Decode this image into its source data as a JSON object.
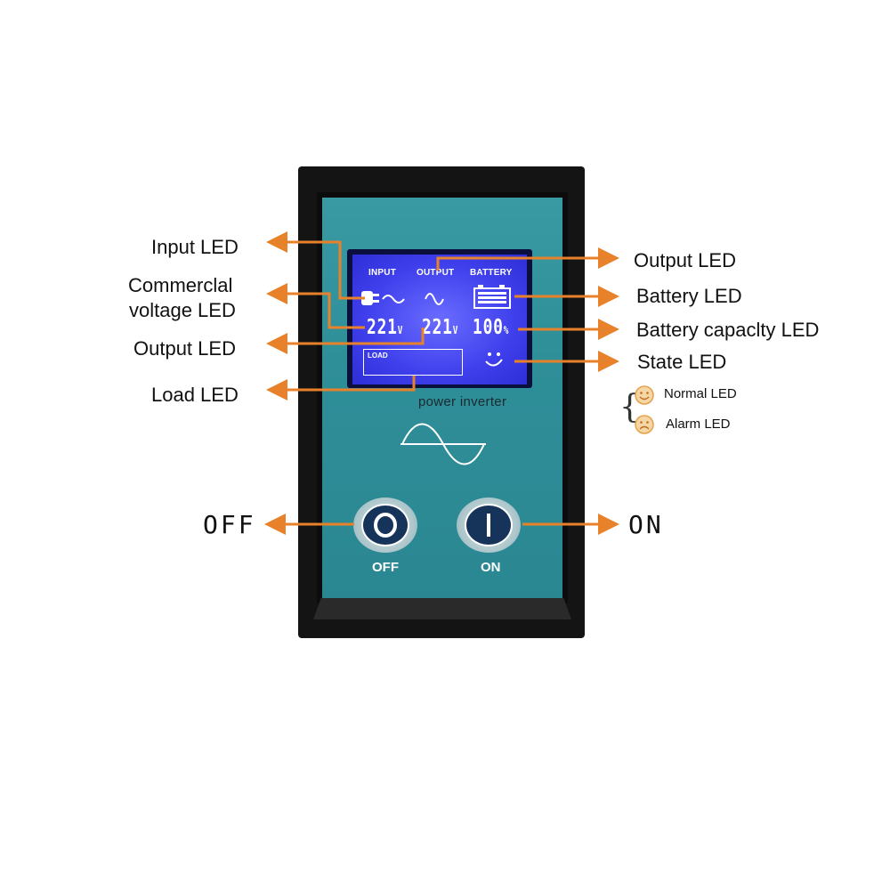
{
  "device": {
    "lcd_headers": {
      "input": "INPUT",
      "output": "OUTPUT",
      "battery": "BATTERY"
    },
    "input_voltage": "221",
    "output_voltage": "221",
    "voltage_unit": "V",
    "battery_capacity": "100",
    "battery_unit": "%",
    "load_label": "LOAD",
    "brand_text": "power inverter",
    "off_button_label": "OFF",
    "on_button_label": "ON"
  },
  "callouts": {
    "input_led": "Input LED",
    "commercial_voltage_line1": "Commerclal",
    "commercial_voltage_line2": "voltage LED",
    "output_led_left": "Output LED",
    "load_led": "Load LED",
    "off": "OFF",
    "output_led_right": "Output LED",
    "battery_led": "Battery LED",
    "battery_capacity_led": "Battery capaclty LED",
    "state_led": "State LED",
    "normal_led": "Normal LED",
    "alarm_led": "Alarm LED",
    "on": "ON"
  },
  "colors": {
    "arrow": "#e8822a",
    "panel": "#2f8f99",
    "lcd": "#3f40ec",
    "button": "#16335a"
  },
  "icons": [
    "plug-icon",
    "sine-wave-icon",
    "battery-icon",
    "smiley-face-icon",
    "sad-face-icon"
  ]
}
